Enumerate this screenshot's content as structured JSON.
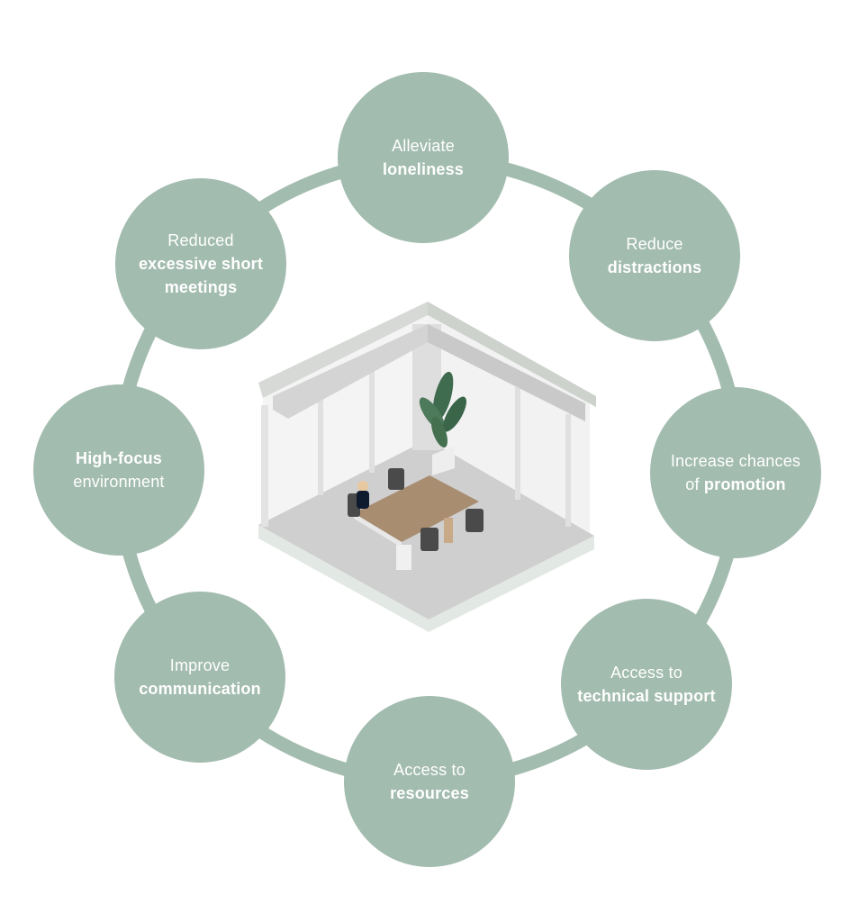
{
  "colors": {
    "node": "#a3bcb0",
    "ring": "#a3bcb0",
    "text": "#ffffff"
  },
  "illustration": "isometric-meeting-room",
  "nodes": [
    {
      "id": "alleviate-loneliness",
      "lines": [
        [
          {
            "text": "Alleviate",
            "bold": false
          }
        ],
        [
          {
            "text": "loneliness",
            "bold": true
          }
        ]
      ]
    },
    {
      "id": "reduce-distractions",
      "lines": [
        [
          {
            "text": "Reduce",
            "bold": false
          }
        ],
        [
          {
            "text": "distractions",
            "bold": true
          }
        ]
      ]
    },
    {
      "id": "increase-chances-of-promotion",
      "lines": [
        [
          {
            "text": "Increase chances",
            "bold": false
          }
        ],
        [
          {
            "text": "of ",
            "bold": false
          },
          {
            "text": "promotion",
            "bold": true
          }
        ]
      ]
    },
    {
      "id": "access-to-technical-support",
      "lines": [
        [
          {
            "text": "Access to",
            "bold": false
          }
        ],
        [
          {
            "text": "technical support",
            "bold": true
          }
        ]
      ]
    },
    {
      "id": "access-to-resources",
      "lines": [
        [
          {
            "text": "Access to",
            "bold": false
          }
        ],
        [
          {
            "text": "resources",
            "bold": true
          }
        ]
      ]
    },
    {
      "id": "improve-communication",
      "lines": [
        [
          {
            "text": "Improve",
            "bold": false
          }
        ],
        [
          {
            "text": "communication",
            "bold": true
          }
        ]
      ]
    },
    {
      "id": "high-focus-environment",
      "lines": [
        [
          {
            "text": "High-focus",
            "bold": true
          }
        ],
        [
          {
            "text": "environment",
            "bold": false
          }
        ]
      ]
    },
    {
      "id": "reduced-excessive-short-meetings",
      "lines": [
        [
          {
            "text": "Reduced",
            "bold": false
          }
        ],
        [
          {
            "text": "excessive short",
            "bold": true
          }
        ],
        [
          {
            "text": "meetings",
            "bold": true
          }
        ]
      ]
    }
  ]
}
